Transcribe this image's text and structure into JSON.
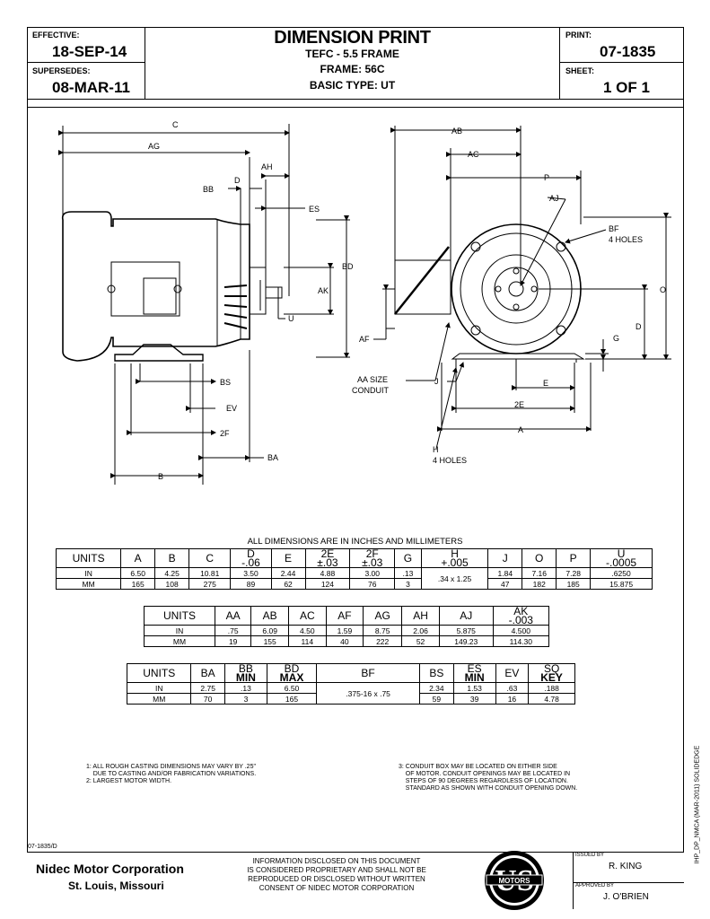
{
  "header": {
    "effective_label": "EFFECTIVE:",
    "effective_value": "18-SEP-14",
    "supersedes_label": "SUPERSEDES:",
    "supersedes_value": "08-MAR-11",
    "title": "DIMENSION PRINT",
    "subtitle": "TEFC - 5.5 FRAME",
    "frame": "FRAME:  56C",
    "basic_type": "BASIC TYPE:  UT",
    "print_label": "PRINT:",
    "print_value": "07-1835",
    "sheet_label": "SHEET:",
    "sheet_value": "1  OF  1"
  },
  "diagram_labels": {
    "C": "C",
    "AG": "AG",
    "AH": "AH",
    "D": "D",
    "BB": "BB",
    "ES": "ES",
    "BD": "BD",
    "AK": "AK",
    "U": "U",
    "BS": "BS",
    "EV": "EV",
    "2F": "2F",
    "BA": "BA",
    "B": "B",
    "AB": "AB",
    "AC": "AC",
    "P": "P",
    "AJ": "AJ",
    "BF": "BF",
    "BF_holes": "4 HOLES",
    "O": "O",
    "AF": "AF",
    "G": "G",
    "AA_line1": "AA SIZE",
    "AA_line2": "CONDUIT",
    "J": "J",
    "E": "E",
    "2E": "2E",
    "A": "A",
    "H": "H",
    "H_holes": "4 HOLES"
  },
  "dims_caption": "ALL DIMENSIONS ARE IN INCHES AND MILLIMETERS",
  "table1": {
    "headers": [
      [
        "UNITS",
        ""
      ],
      [
        "A",
        ""
      ],
      [
        "B",
        ""
      ],
      [
        "C",
        ""
      ],
      [
        "D",
        "-.06"
      ],
      [
        "E",
        ""
      ],
      [
        "2E",
        "±.03"
      ],
      [
        "2F",
        "±.03"
      ],
      [
        "G",
        ""
      ],
      [
        "H",
        "+.005"
      ],
      [
        "J",
        ""
      ],
      [
        "O",
        ""
      ],
      [
        "P",
        ""
      ],
      [
        "U",
        "-.0005"
      ]
    ],
    "rows": [
      [
        "IN",
        "6.50",
        "4.25",
        "10.81",
        "3.50",
        "2.44",
        "4.88",
        "3.00",
        ".13",
        ".34 x 1.25",
        "1.84",
        "7.16",
        "7.28",
        ".6250"
      ],
      [
        "MM",
        "165",
        "108",
        "275",
        "89",
        "62",
        "124",
        "76",
        "3",
        "",
        "47",
        "182",
        "185",
        "15.875"
      ]
    ]
  },
  "table2": {
    "headers": [
      [
        "UNITS",
        ""
      ],
      [
        "AA",
        ""
      ],
      [
        "AB",
        ""
      ],
      [
        "AC",
        ""
      ],
      [
        "AF",
        ""
      ],
      [
        "AG",
        ""
      ],
      [
        "AH",
        ""
      ],
      [
        "AJ",
        ""
      ],
      [
        "AK",
        "-.003"
      ]
    ],
    "rows": [
      [
        "IN",
        ".75",
        "6.09",
        "4.50",
        "1.59",
        "8.75",
        "2.06",
        "5.875",
        "4.500"
      ],
      [
        "MM",
        "19",
        "155",
        "114",
        "40",
        "222",
        "52",
        "149.23",
        "114.30"
      ]
    ]
  },
  "table3": {
    "headers": [
      [
        "UNITS",
        ""
      ],
      [
        "BA",
        ""
      ],
      [
        "BB",
        "MIN"
      ],
      [
        "BD",
        "MAX"
      ],
      [
        "BF",
        ""
      ],
      [
        "BS",
        ""
      ],
      [
        "ES",
        "MIN"
      ],
      [
        "EV",
        ""
      ],
      [
        "SQ",
        "KEY"
      ]
    ],
    "rows": [
      [
        "IN",
        "2.75",
        ".13",
        "6.50",
        ".375-16 x .75",
        "2.34",
        "1.53",
        ".63",
        ".188"
      ],
      [
        "MM",
        "70",
        "3",
        "165",
        "",
        "59",
        "39",
        "16",
        "4.78"
      ]
    ]
  },
  "notes": {
    "left": "1: ALL ROUGH CASTING DIMENSIONS MAY VARY BY .25\"\n    DUE TO CASTING AND/OR FABRICATION VARIATIONS.\n2: LARGEST MOTOR WIDTH.",
    "right": "3: CONDUIT BOX MAY BE LOCATED ON EITHER SIDE\n    OF MOTOR. CONDUIT OPENINGS MAY BE LOCATED IN\n    STEPS OF 90 DEGREES REGARDLESS OF LOCATION.\n    STANDARD AS SHOWN WITH CONDUIT OPENING DOWN."
  },
  "side_text": "IHP_DP_NMCA (MAR-2011) SOLIDEDGE",
  "footer": {
    "drawing_ref": "07-1835/D",
    "company": "Nidec Motor Corporation",
    "location": "St. Louis, Missouri",
    "disclaimer_1": "INFORMATION DISCLOSED ON THIS DOCUMENT",
    "disclaimer_2": "IS CONSIDERED PROPRIETARY AND SHALL NOT BE",
    "disclaimer_3": "REPRODUCED OR DISCLOSED WITHOUT WRITTEN",
    "disclaimer_4": "CONSENT OF NIDEC MOTOR CORPORATION",
    "logo_text": "MOTORS",
    "issued_label": "ISSUED BY",
    "issued_value": "R. KING",
    "approved_label": "APPROVED BY",
    "approved_value": "J. O'BRIEN"
  }
}
